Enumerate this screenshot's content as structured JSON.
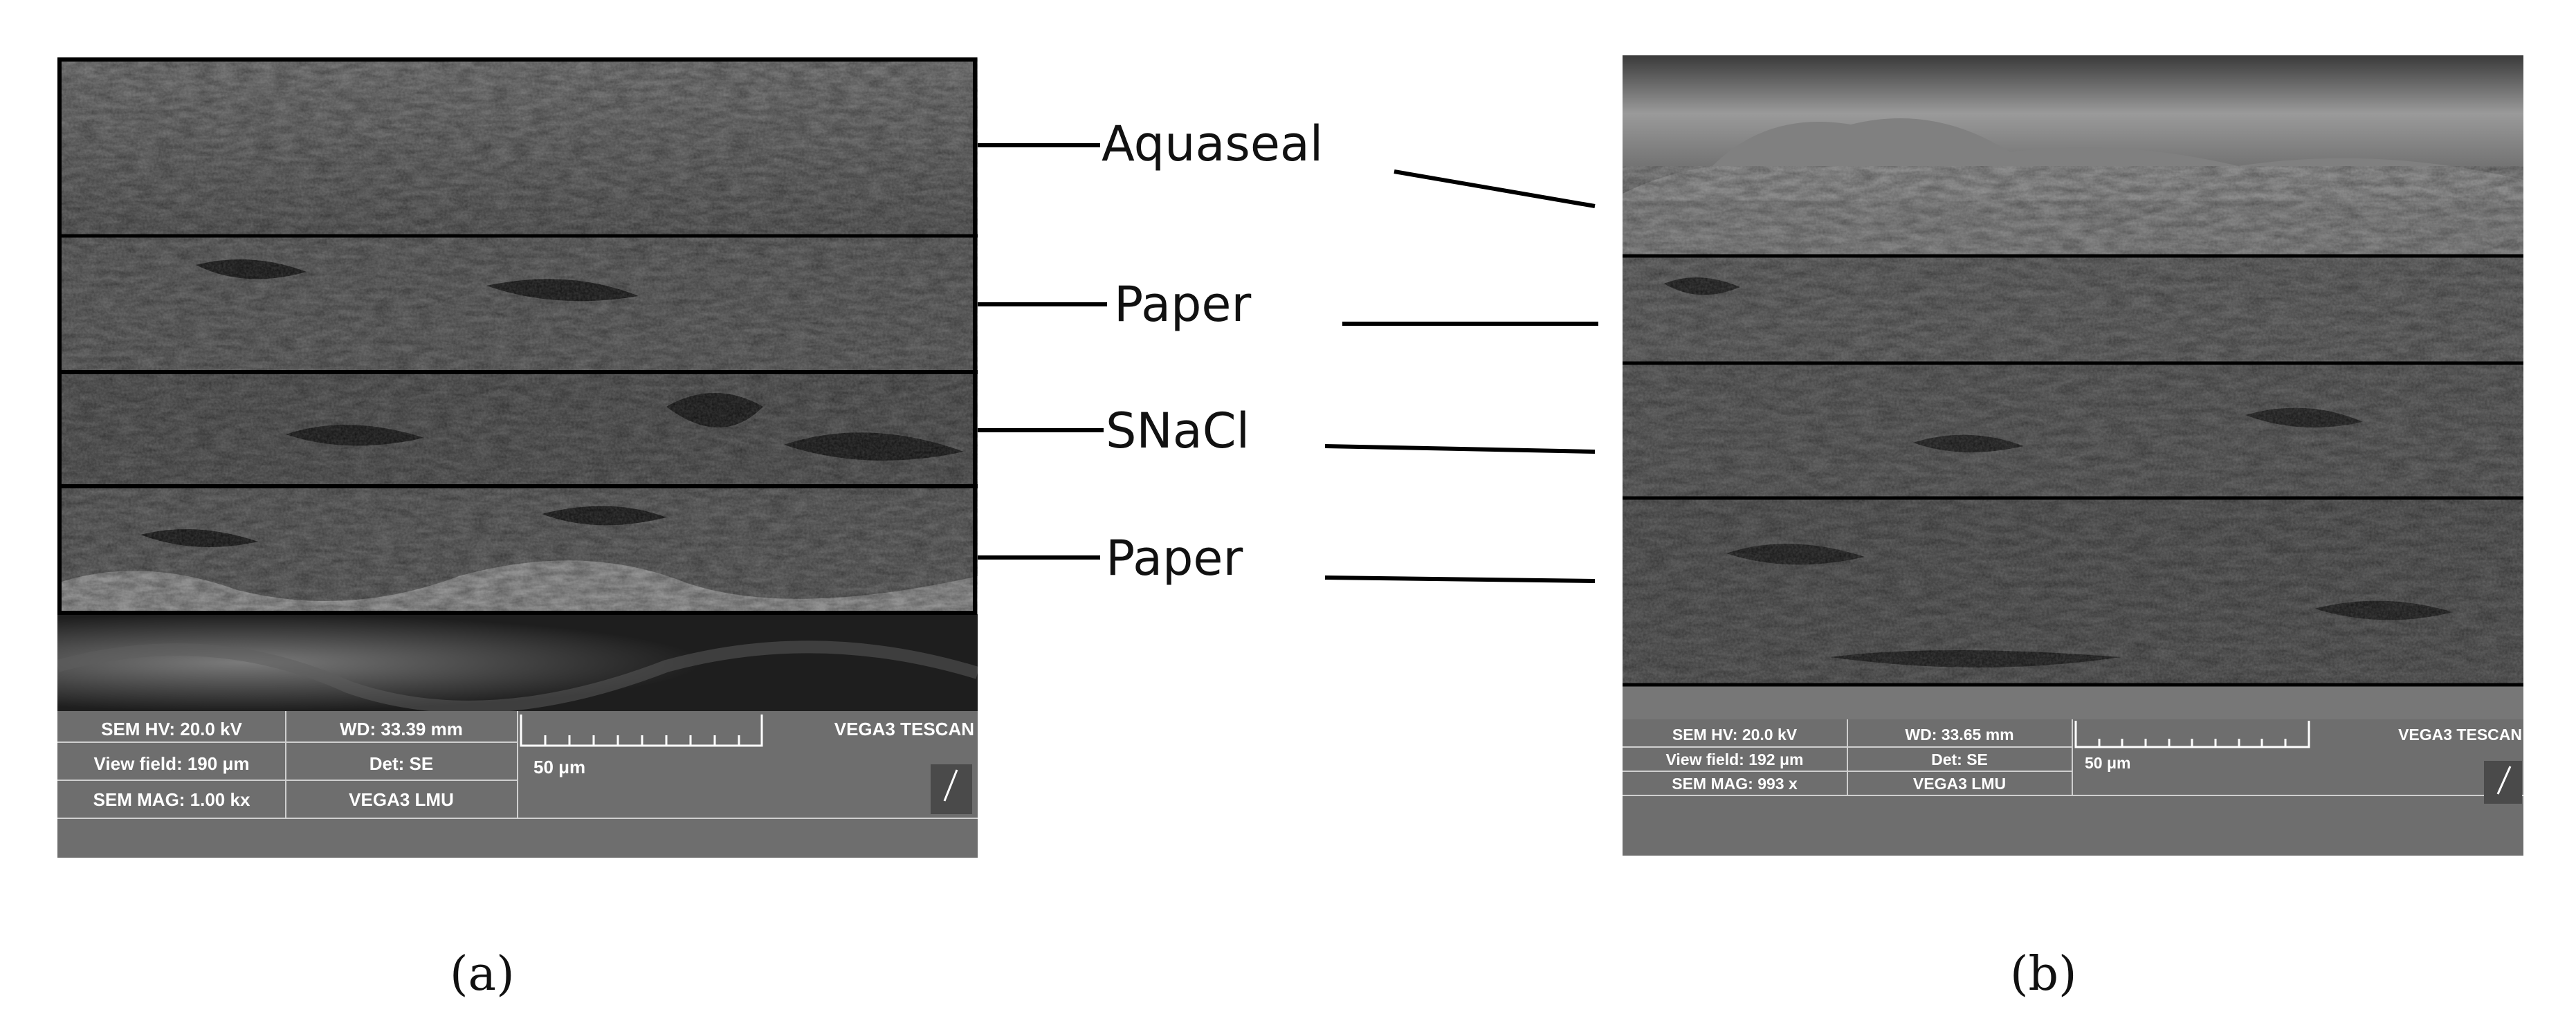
{
  "panels": [
    {
      "caption": "(a)",
      "info": {
        "hv": "SEM HV: 20.0 kV",
        "view_field": "View field: 190 μm",
        "mag": "SEM MAG: 1.00 kx",
        "wd": "WD: 33.39 mm",
        "det": "Det: SE",
        "lmu": "VEGA3 LMU",
        "scale": "50 μm",
        "brand": "VEGA3 TESCAN"
      }
    },
    {
      "caption": "(b)",
      "info": {
        "hv": "SEM HV: 20.0 kV",
        "view_field": "View field: 192 μm",
        "mag": "SEM MAG: 993 x",
        "wd": "WD: 33.65 mm",
        "det": "Det: SE",
        "lmu": "VEGA3 LMU",
        "scale": "50 μm",
        "brand": "VEGA3 TESCAN"
      }
    }
  ],
  "layers": [
    "Aquaseal",
    "Paper",
    "SNaCl",
    "Paper"
  ],
  "colors": {
    "sem_base": "#5c5c5c",
    "info_bar": "#6e6e6e",
    "annotation_line": "#000000"
  }
}
